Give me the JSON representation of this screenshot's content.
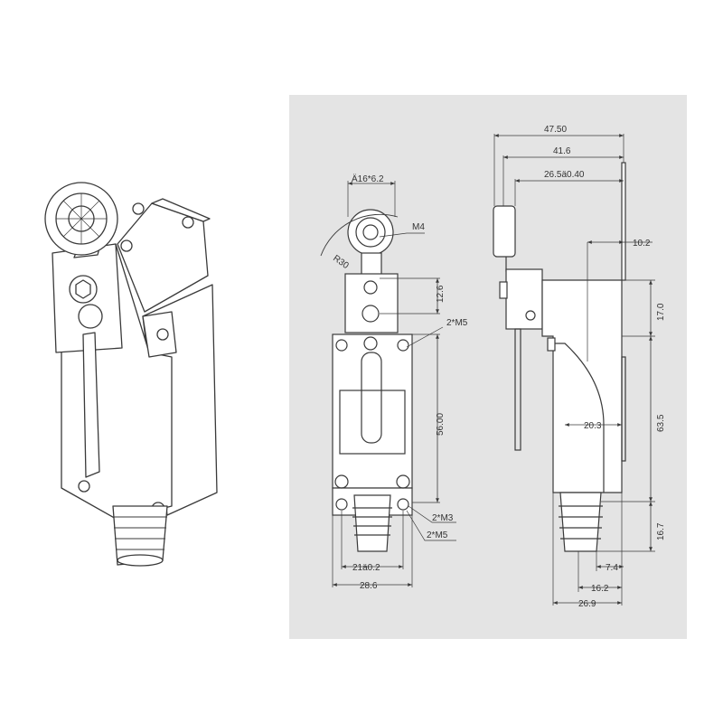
{
  "colors": {
    "background": "#ffffff",
    "panel": "#e4e4e4",
    "line": "#3a3a3a",
    "text": "#333333"
  },
  "iso_view": {
    "icons": [
      "roller-icon",
      "screw-icon"
    ]
  },
  "front_view": {
    "dims": {
      "roller": "Ä16*6.2",
      "thread": "M4",
      "radius": "R30",
      "height_upper": "12.6",
      "holes_upper": "2*M5",
      "height_main": "56.00",
      "holes_m3": "2*M3",
      "holes_m5": "2*M5",
      "bolt_spacing": "21ä0.2",
      "width": "28.6"
    }
  },
  "side_view": {
    "dims": {
      "total": "47.50",
      "arm": "41.6",
      "offset": "26.5ä0.40",
      "top_gap": "10.2",
      "head": "17.0",
      "body": "63.5",
      "mid": "20.3",
      "boot": "16.7",
      "w1": "7.4",
      "w2": "16.2",
      "w3": "26.9"
    }
  }
}
